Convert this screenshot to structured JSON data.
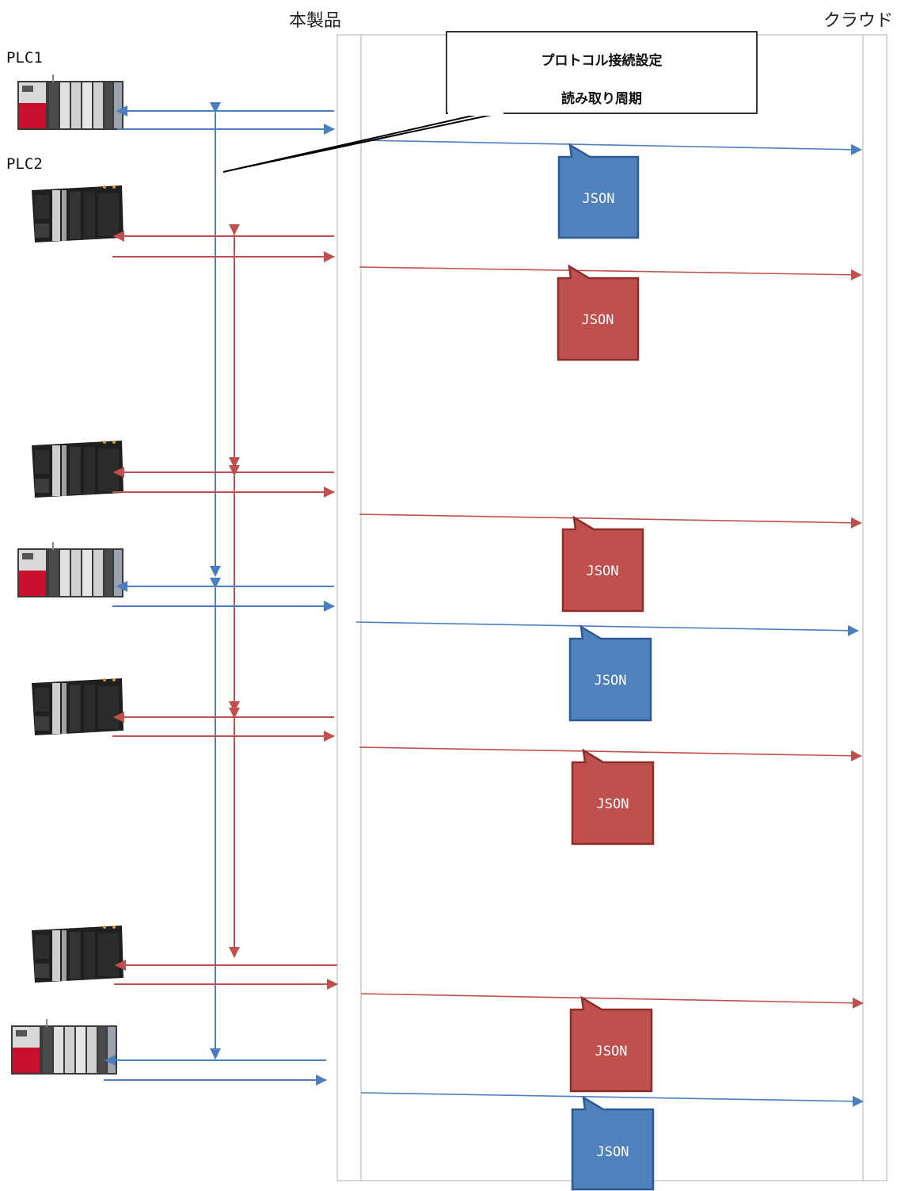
{
  "headers": {
    "product": "本製品",
    "cloud": "クラウド"
  },
  "plc_labels": {
    "plc1": "PLC1",
    "plc2": "PLC2"
  },
  "callout": {
    "line1": "プロトコル接続設定",
    "line2": "読み取り周期"
  },
  "json_badge_label": "JSON",
  "colors": {
    "blue": "#4a7ec0",
    "red": "#c0504d",
    "blue_fill": "#4f81bd",
    "blue_border": "#2e5a94",
    "red_fill": "#c0504d",
    "red_border": "#8c2d2a"
  }
}
